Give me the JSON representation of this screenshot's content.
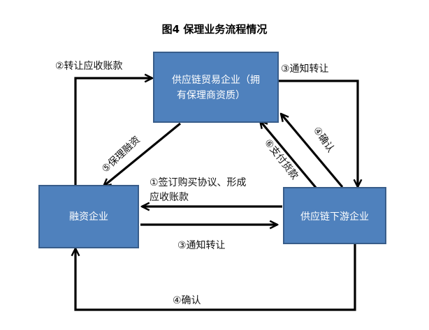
{
  "title": "图4 保理业务流程情况",
  "colors": {
    "box_fill": "#4f81bd",
    "box_stroke": "#385d8a",
    "arrow": "#000000",
    "text": "#111111"
  },
  "nodes": {
    "supplier": {
      "line1": "供应链贸易企业（拥",
      "line2": "有保理商资质）"
    },
    "finance": {
      "label": "融资企业"
    },
    "downstream": {
      "label": "供应链下游企业"
    }
  },
  "edges": {
    "step2": "②转让应收账款",
    "step3_top": "③通知转让",
    "step4_right": "④确认",
    "step5": "⑤保理融资",
    "step6": "⑥支付货款",
    "step1_line1": "①签订购买协议、形成",
    "step1_line2": "应收账款",
    "step3_mid": "③通知转让",
    "step4_bottom": "④确认"
  }
}
